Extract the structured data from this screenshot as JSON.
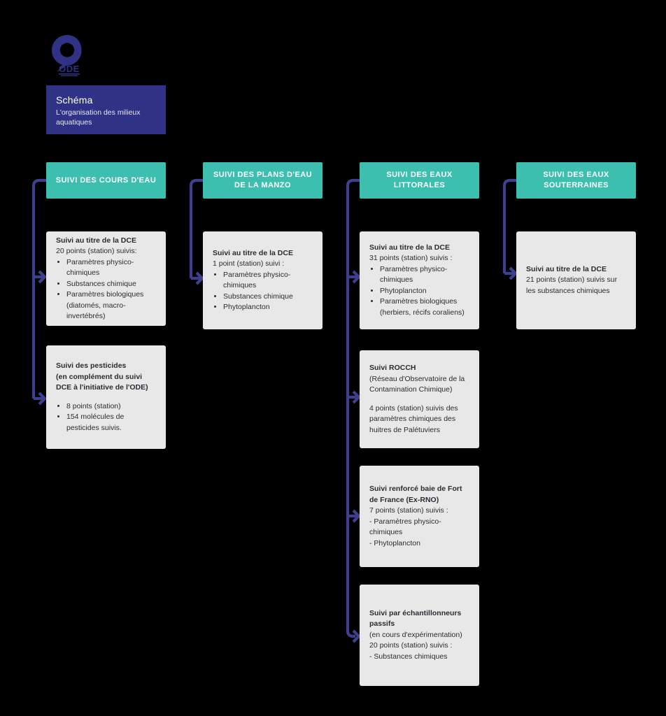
{
  "meta": {
    "logo_text": "ODE",
    "logo_name": "ode-logo"
  },
  "banner": {
    "title": "Schéma",
    "subtitle": "L'organisation des milieux aquatiques",
    "bg_color": "#2f3285"
  },
  "colors": {
    "header_teal": "#3cbfae",
    "box_grey": "#e8e8e8",
    "connector_indigo": "#3f3f8f",
    "text_dark": "#2b2b33",
    "background": "#000000"
  },
  "columns": [
    {
      "id": "cours-eau",
      "header": "SUIVI DES COURS D'EAU",
      "boxes": [
        {
          "id": "cours-eau-dce",
          "title": "Suivi au titre de la DCE",
          "subtitle": "20 points (station) suivis:",
          "bullets": [
            "Paramètres physico-chimiques",
            "Substances chimique",
            "Paramètres biologiques (diatomés, macro-invertébrés)"
          ],
          "lines": []
        },
        {
          "id": "cours-eau-pesticides",
          "title": "Suivi des pesticides",
          "title_extra": "(en complément du suivi DCE à l'initiative de l'ODE)",
          "subtitle": "",
          "bullets": [
            "8 points (station)",
            "154 molécules de pesticides suivis."
          ],
          "lines": []
        }
      ]
    },
    {
      "id": "plans-eau",
      "header": "SUIVI DES PLANS D'EAU DE LA MANZO",
      "boxes": [
        {
          "id": "plans-eau-dce",
          "title": "Suivi au titre de la DCE",
          "subtitle": "1 point (station) suivi :",
          "bullets": [
            "Paramètres physico-chimiques",
            "Substances chimique",
            "Phytoplancton"
          ],
          "lines": []
        }
      ]
    },
    {
      "id": "eaux-littorales",
      "header": "SUIVI DES EAUX LITTORALES",
      "boxes": [
        {
          "id": "littorales-dce",
          "title": "Suivi au titre de la DCE",
          "subtitle": "31 points (station) suivis :",
          "bullets": [
            "Paramètres physico-chimiques",
            "Phytoplancton",
            "Paramètres biologiques (herbiers, récifs coraliens)"
          ],
          "lines": []
        },
        {
          "id": "littorales-rocch",
          "title": "Suivi ROCCH",
          "title_extra": "",
          "subtitle": "(Réseau d'Observatoire de la Contamination Chimique)",
          "bullets": [],
          "lines": [
            "4 points (station) suivis des paramètres chimiques des huitres de Palétuviers"
          ]
        },
        {
          "id": "littorales-baie-fdf",
          "title": "Suivi renforcé baie de Fort de France (Ex-RNO)",
          "subtitle": "7 points (station) suivis :",
          "bullets": [],
          "lines": [
            "- Paramètres physico-chimiques",
            "- Phytoplancton"
          ]
        },
        {
          "id": "littorales-echantillonneurs",
          "title": "Suivi par échantillonneurs passifs",
          "subtitle": "(en cours d'expérimentation)",
          "bullets": [],
          "lines": [
            "20 points (station) suivis :",
            "- Substances chimiques"
          ]
        }
      ]
    },
    {
      "id": "eaux-souterraines",
      "header": "SUIVI DES EAUX SOUTERRAINES",
      "boxes": [
        {
          "id": "souterraines-dce",
          "title": "Suivi au titre de la DCE",
          "subtitle": "21 points (station) suivis sur les substances chimiques",
          "bullets": [],
          "lines": []
        }
      ]
    }
  ]
}
